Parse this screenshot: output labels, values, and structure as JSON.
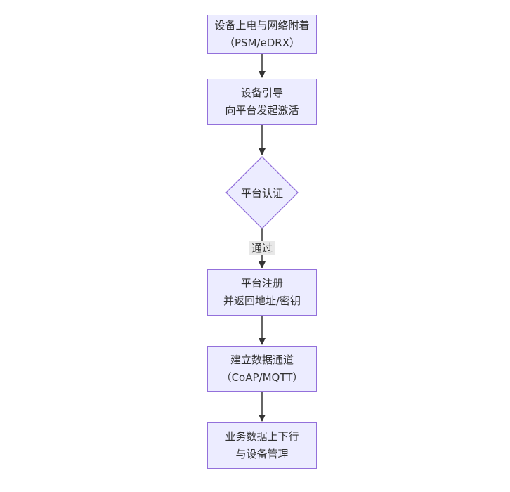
{
  "diagram": {
    "type": "flowchart-top-down",
    "nodes": [
      {
        "shape": "rect",
        "lines": [
          "设备上电与网络附着",
          "（PSM/eDRX）"
        ]
      },
      {
        "shape": "rect",
        "lines": [
          "设备引导",
          "向平台发起激活"
        ]
      },
      {
        "shape": "diamond",
        "lines": [
          "平台认证"
        ]
      },
      {
        "shape": "rect",
        "lines": [
          "平台注册",
          "并返回地址/密钥"
        ]
      },
      {
        "shape": "rect",
        "lines": [
          "建立数据通道",
          "（CoAP/MQTT）"
        ]
      },
      {
        "shape": "rect",
        "lines": [
          "业务数据上下行",
          "与设备管理"
        ]
      }
    ],
    "edges": [
      {
        "from": 0,
        "to": 1,
        "label": ""
      },
      {
        "from": 1,
        "to": 2,
        "label": ""
      },
      {
        "from": 2,
        "to": 3,
        "label": "通过"
      },
      {
        "from": 3,
        "to": 4,
        "label": ""
      },
      {
        "from": 4,
        "to": 5,
        "label": ""
      }
    ],
    "colors": {
      "node_fill": "#ECECFF",
      "node_border": "#9370DB",
      "edge_line": "#333333",
      "edge_label_bg": "#e8e8e8",
      "text": "#333333",
      "background": "#ffffff"
    }
  }
}
